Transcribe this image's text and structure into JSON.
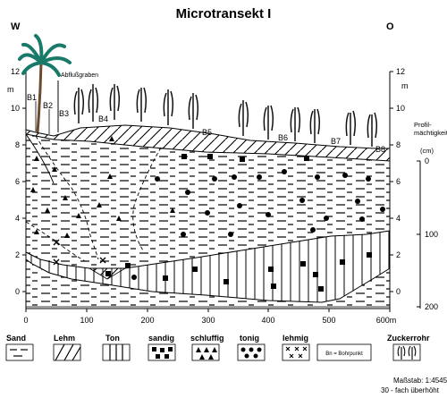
{
  "title": "Microtransekt I",
  "compass": {
    "west": "W",
    "east": "O"
  },
  "left_axis": {
    "unit": "m",
    "ticks": [
      "12",
      "10",
      "8",
      "6",
      "4",
      "2",
      "0"
    ]
  },
  "right_axis": {
    "unit": "m",
    "ticks": [
      "12",
      "10",
      "8",
      "6",
      "4",
      "2",
      "0"
    ],
    "profile_label_line1": "Profil-",
    "profile_label_line2": "mächtigkeit",
    "depth_unit": "(cm)",
    "depth_ticks": [
      "0",
      "100",
      "200"
    ]
  },
  "x_axis": {
    "ticks": [
      "0",
      "100",
      "200",
      "300",
      "400",
      "500",
      "600m"
    ]
  },
  "annotation_ditch": "Abflußgraben",
  "boreholes": [
    "B1",
    "B2",
    "B3",
    "B4",
    "B5",
    "B6",
    "B7",
    "B8"
  ],
  "legend": [
    {
      "key": "sand",
      "label": "Sand"
    },
    {
      "key": "lehm",
      "label": "Lehm"
    },
    {
      "key": "ton",
      "label": "Ton"
    },
    {
      "key": "sandig",
      "label": "sandig"
    },
    {
      "key": "schluffig",
      "label": "schluffig"
    },
    {
      "key": "tonig",
      "label": "tonig"
    },
    {
      "key": "lehmig",
      "label": "lehmig"
    },
    {
      "key": "bohrpunkt",
      "label": "",
      "box_text": "Bn = Bohrpunkt"
    },
    {
      "key": "zuckerrohr",
      "label": "Zuckerrohr"
    }
  ],
  "footer": {
    "scale": "Maßstab: 1:4545",
    "exaggeration": "30 - fach überhöht"
  }
}
